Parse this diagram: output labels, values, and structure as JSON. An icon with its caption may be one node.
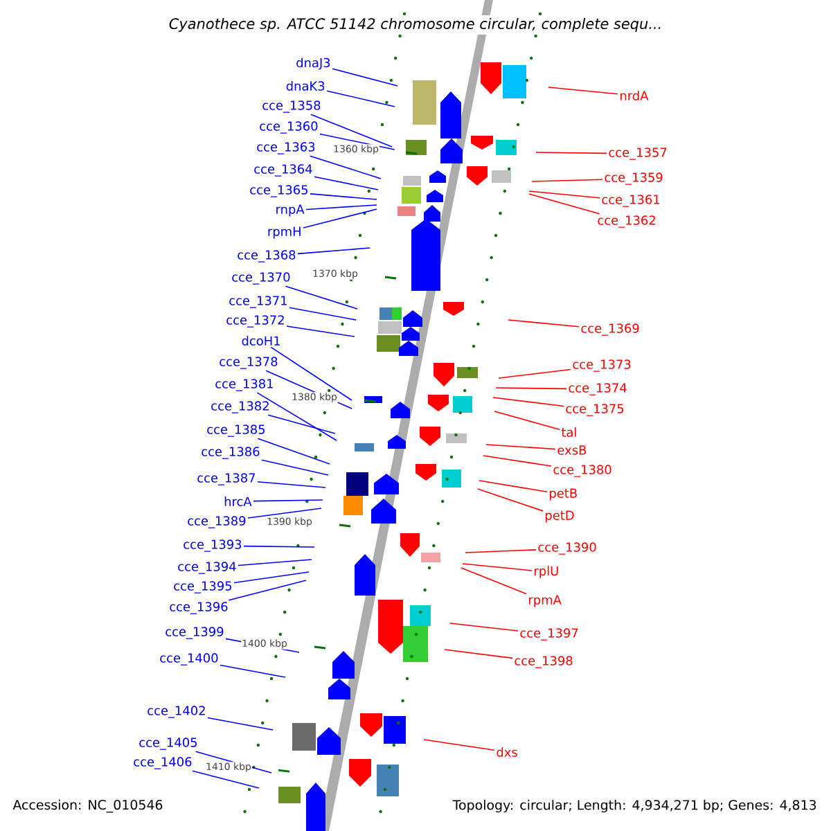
{
  "diagram": {
    "title": "Cyanothece sp. ATCC 51142 chromosome circular, complete sequ...",
    "nodes": [
      {
        "text": [
          "dnaJ3"
        ]
      },
      {
        "text": [
          "dnaK3"
        ]
      },
      {
        "text": [
          "cce_1358"
        ]
      },
      {
        "text": [
          "cce_1360"
        ]
      },
      {
        "text": [
          "cce_1363"
        ]
      },
      {
        "text": [
          "cce_1364"
        ]
      },
      {
        "text": [
          "cce_1365"
        ]
      },
      {
        "text": [
          "rnpA"
        ]
      },
      {
        "text": [
          "rpmH"
        ]
      },
      {
        "text": [
          "cce_1368"
        ]
      },
      {
        "text": [
          "cce_1370"
        ]
      },
      {
        "text": [
          "cce_1371"
        ]
      },
      {
        "text": [
          "cce_1372"
        ]
      },
      {
        "text": [
          "dcoH1"
        ]
      },
      {
        "text": [
          "cce_1378"
        ]
      },
      {
        "text": [
          "cce_1381"
        ]
      },
      {
        "text": [
          "cce_1382"
        ]
      },
      {
        "text": [
          "cce_1385"
        ]
      },
      {
        "text": [
          "cce_1386"
        ]
      },
      {
        "text": [
          "cce_1387"
        ]
      },
      {
        "text": [
          "hrcA"
        ]
      },
      {
        "text": [
          "cce_1389"
        ]
      },
      {
        "text": [
          "cce_1393"
        ]
      },
      {
        "text": [
          "cce_1394"
        ]
      },
      {
        "text": [
          "cce_1395"
        ]
      },
      {
        "text": [
          "cce_1396"
        ]
      },
      {
        "text": [
          "cce_1399"
        ]
      },
      {
        "text": [
          "cce_1400"
        ]
      },
      {
        "text": [
          "cce_1402"
        ]
      },
      {
        "text": [
          "cce_1405"
        ]
      },
      {
        "text": [
          "cce_1406"
        ]
      },
      {
        "text": [
          "nrdA"
        ]
      },
      {
        "text": [
          "cce_1357"
        ]
      },
      {
        "text": [
          "cce_1359"
        ]
      },
      {
        "text": [
          "cce_1361"
        ]
      },
      {
        "text": [
          "cce_1362"
        ]
      },
      {
        "text": [
          "cce_1369"
        ]
      },
      {
        "text": [
          "cce_1373"
        ]
      },
      {
        "text": [
          "cce_1374"
        ]
      },
      {
        "text": [
          "cce_1375"
        ]
      },
      {
        "text": [
          "tal"
        ]
      },
      {
        "text": [
          "exsB"
        ]
      },
      {
        "text": [
          "cce_1380"
        ]
      },
      {
        "text": [
          "petB"
        ]
      },
      {
        "text": [
          "petD"
        ]
      },
      {
        "text": [
          "cce_1390"
        ]
      },
      {
        "text": [
          "rplU"
        ]
      },
      {
        "text": [
          "rpmA"
        ]
      },
      {
        "text": [
          "cce_1397"
        ]
      },
      {
        "text": [
          "cce_1398"
        ]
      },
      {
        "text": [
          "dxs"
        ]
      }
    ],
    "edges": [
      {
        "from": 0,
        "to": null,
        "arrow": "none"
      },
      {
        "from": 1,
        "to": null,
        "arrow": "none"
      },
      {
        "from": 2,
        "to": null,
        "arrow": "none"
      },
      {
        "from": 3,
        "to": null,
        "arrow": "none"
      },
      {
        "from": 4,
        "to": null,
        "arrow": "none"
      },
      {
        "from": 5,
        "to": null,
        "arrow": "none"
      },
      {
        "from": 6,
        "to": null,
        "arrow": "none"
      },
      {
        "from": 7,
        "to": null,
        "arrow": "none"
      },
      {
        "from": 8,
        "to": null,
        "arrow": "none"
      },
      {
        "from": 9,
        "to": null,
        "arrow": "none"
      },
      {
        "from": 10,
        "to": null,
        "arrow": "none"
      },
      {
        "from": 11,
        "to": null,
        "arrow": "none"
      },
      {
        "from": 12,
        "to": null,
        "arrow": "none"
      },
      {
        "from": 13,
        "to": null,
        "arrow": "none"
      },
      {
        "from": 14,
        "to": null,
        "arrow": "none"
      },
      {
        "from": 15,
        "to": null,
        "arrow": "none"
      },
      {
        "from": 16,
        "to": null,
        "arrow": "none"
      },
      {
        "from": 17,
        "to": null,
        "arrow": "none"
      },
      {
        "from": 18,
        "to": null,
        "arrow": "none"
      },
      {
        "from": 19,
        "to": null,
        "arrow": "none"
      },
      {
        "from": 20,
        "to": null,
        "arrow": "none"
      },
      {
        "from": 21,
        "to": null,
        "arrow": "none"
      },
      {
        "from": 22,
        "to": null,
        "arrow": "none"
      },
      {
        "from": 23,
        "to": null,
        "arrow": "none"
      },
      {
        "from": 24,
        "to": null,
        "arrow": "none"
      },
      {
        "from": 25,
        "to": null,
        "arrow": "none"
      },
      {
        "from": 26,
        "to": null,
        "arrow": "none"
      },
      {
        "from": 27,
        "to": null,
        "arrow": "none"
      },
      {
        "from": 28,
        "to": null,
        "arrow": "none"
      },
      {
        "from": 29,
        "to": null,
        "arrow": "none"
      },
      {
        "from": 30,
        "to": null,
        "arrow": "none"
      },
      {
        "from": 31,
        "to": null,
        "arrow": "none",
        "color": "#ff0000"
      },
      {
        "from": 32,
        "to": null,
        "arrow": "none",
        "color": "#ff0000"
      },
      {
        "from": 33,
        "to": null,
        "arrow": "none",
        "color": "#ff0000"
      },
      {
        "from": 34,
        "to": null,
        "arrow": "none",
        "color": "#ff0000"
      },
      {
        "from": 35,
        "to": null,
        "arrow": "none",
        "color": "#ff0000"
      },
      {
        "from": 36,
        "to": null,
        "arrow": "none",
        "color": "#ff0000"
      },
      {
        "from": 37,
        "to": null,
        "arrow": "none",
        "color": "#ff0000"
      },
      {
        "from": 38,
        "to": null,
        "arrow": "none",
        "color": "#ff0000"
      },
      {
        "from": 39,
        "to": null,
        "arrow": "none",
        "color": "#ff0000"
      },
      {
        "from": 40,
        "to": null,
        "arrow": "none",
        "color": "#ff0000"
      },
      {
        "from": 41,
        "to": null,
        "arrow": "none",
        "color": "#ff0000"
      },
      {
        "from": 42,
        "to": null,
        "arrow": "none",
        "color": "#ff0000"
      },
      {
        "from": 43,
        "to": null,
        "arrow": "none",
        "color": "#ff0000"
      },
      {
        "from": 44,
        "to": null,
        "arrow": "none",
        "color": "#ff0000"
      },
      {
        "from": 45,
        "to": null,
        "arrow": "none",
        "color": "#ff0000"
      },
      {
        "from": 46,
        "to": null,
        "arrow": "none",
        "color": "#ff0000"
      },
      {
        "from": 47,
        "to": null,
        "arrow": "none",
        "color": "#ff0000"
      },
      {
        "from": 48,
        "to": null,
        "arrow": "none",
        "color": "#ff0000"
      },
      {
        "from": 49,
        "to": null,
        "arrow": "none",
        "color": "#ff0000"
      },
      {
        "from": 50,
        "to": null,
        "arrow": "none",
        "color": "#ff0000"
      }
    ],
    "labels": [
      "1360 kbp",
      "1370 kbp",
      "1380 kbp",
      "1390 kbp",
      "1400 kbp",
      "1410 kbp",
      "Accession: NC_010546",
      "Topology: circular; Length: 4,934,271 bp; Genes: 4,813"
    ]
  }
}
